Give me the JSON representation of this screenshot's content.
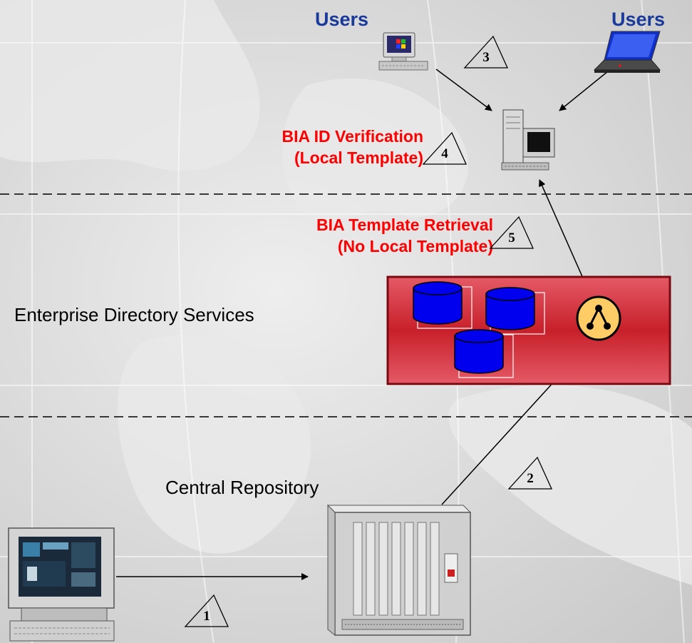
{
  "labels": {
    "users_left": "Users",
    "users_right": "Users",
    "bia_verification_line1": "BIA ID Verification",
    "bia_verification_line2": "(Local Template)",
    "bia_retrieval_line1": "BIA Template Retrieval",
    "bia_retrieval_line2": "(No Local Template)",
    "enterprise": "Enterprise Directory Services",
    "central": "Central Repository"
  },
  "steps": {
    "step1": "1",
    "step2": "2",
    "step3": "3",
    "step4": "4",
    "step5": "5"
  },
  "colors": {
    "users_text": "#1a3a9a",
    "bia_text": "#ff0000",
    "directory_box": "#c8202a",
    "database": "#0000ee",
    "hub": "#ffcc66"
  }
}
